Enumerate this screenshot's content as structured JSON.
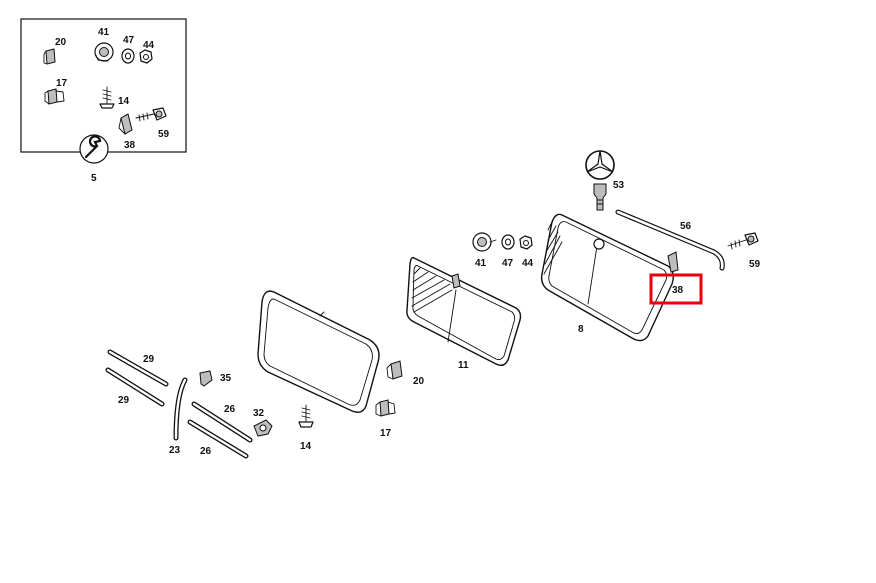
{
  "labels": {
    "inset_20": "20",
    "inset_41": "41",
    "inset_47": "47",
    "inset_44": "44",
    "inset_17": "17",
    "inset_14": "14",
    "inset_59": "59",
    "inset_38": "38",
    "inset_5": "5",
    "p53": "53",
    "p56": "56",
    "p59": "59",
    "p41": "41",
    "p47": "47",
    "p44": "44",
    "p38": "38",
    "p8": "8",
    "p11": "11",
    "p20": "20",
    "p17": "17",
    "p14": "14",
    "p29a": "29",
    "p29b": "29",
    "p35": "35",
    "p26a": "26",
    "p26b": "26",
    "p32": "32",
    "p23": "23"
  },
  "highlight": {
    "part": "38",
    "color": "#e8000d"
  }
}
